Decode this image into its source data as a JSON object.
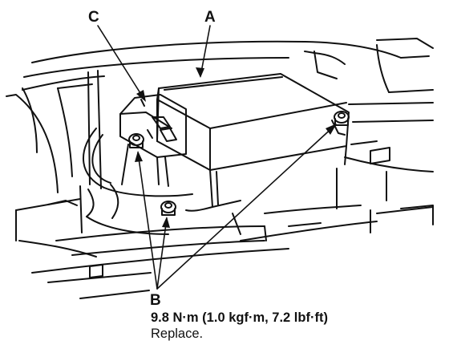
{
  "callouts": {
    "a": "A",
    "b": "B",
    "c": "C"
  },
  "torque_spec": "9.8 N·m (1.0 kgf·m, 7.2 lbf·ft)",
  "instruction": "Replace.",
  "colors": {
    "ink": "#111111",
    "background": "#ffffff"
  }
}
